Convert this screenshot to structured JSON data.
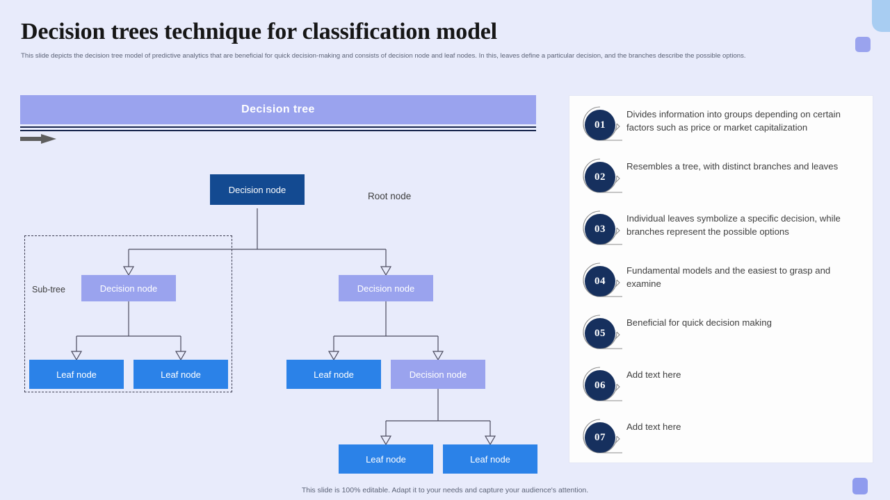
{
  "header": {
    "title": "Decision trees technique for classification model",
    "subtitle": "This slide depicts the decision tree model of predictive analytics that are beneficial for quick decision-making and consists of decision node and leaf nodes. In this, leaves define a particular decision, and the branches describe the possible options."
  },
  "diagram": {
    "banner_title": "Decision tree",
    "root_label": "Root node",
    "subtree_label": "Sub-tree",
    "nodes": {
      "root": "Decision node",
      "decision_left": "Decision node",
      "decision_right": "Decision node",
      "decision_right_child": "Decision node",
      "leaf_1": "Leaf node",
      "leaf_2": "Leaf node",
      "leaf_3": "Leaf node",
      "leaf_4": "Leaf node",
      "leaf_5": "Leaf node"
    }
  },
  "side_panel": {
    "items": [
      {
        "number": "01",
        "text": "Divides information into groups depending on certain factors such as price or market capitalization"
      },
      {
        "number": "02",
        "text": "Resembles a tree, with distinct branches and leaves"
      },
      {
        "number": "03",
        "text": "Individual leaves symbolize a specific decision, while branches represent the possible options"
      },
      {
        "number": "04",
        "text": "Fundamental models and the easiest to grasp and examine"
      },
      {
        "number": "05",
        "text": "Beneficial for quick decision making"
      },
      {
        "number": "06",
        "text": "Add text here"
      },
      {
        "number": "07",
        "text": "Add text here"
      }
    ]
  },
  "footer": {
    "note": "This slide is 100% editable. Adapt it to your needs and capture your audience's attention."
  },
  "colors": {
    "background": "#e8ebfb",
    "banner": "#9aa3ee",
    "root_node": "#134a91",
    "decision_node": "#9aa3ee",
    "leaf_node": "#2b82e8",
    "badge": "#16305e",
    "rule": "#16244b"
  }
}
